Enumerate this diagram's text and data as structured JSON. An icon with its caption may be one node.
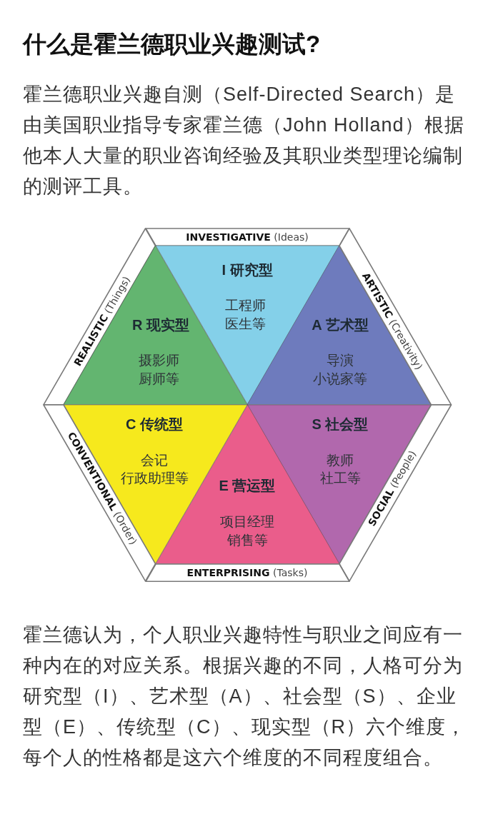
{
  "diagram": {
    "title": "什么是霍兰德职业兴趣测试?",
    "nodes": [
      {
        "text": [
          "**INVESTIGATIVE** (Ideas)"
        ]
      },
      {
        "text": [
          "I 研究型",
          "工程师",
          "医生等"
        ]
      },
      {
        "text": [
          "**REALISTIC** (Things)"
        ]
      },
      {
        "text": [
          "R 现实型",
          "摄影师",
          "厨师等"
        ]
      },
      {
        "text": [
          "A 艺术型",
          "导演",
          "小说家等"
        ]
      },
      {
        "text": [
          "**ARTISTIC** (Creativity)"
        ]
      },
      {
        "text": [
          "C 传统型",
          "会记",
          "行政助理等"
        ]
      },
      {
        "text": [
          "S 社会型",
          "教师",
          "社工等"
        ]
      },
      {
        "text": [
          "**CONVENTIONAL** (Order)"
        ]
      },
      {
        "text": [
          "**SOCIAL** (People)"
        ]
      },
      {
        "text": [
          "E 营运型",
          "项目经理",
          "销售等"
        ]
      },
      {
        "text": [
          "**ENTERPRISING** (Tasks)"
        ]
      }
    ],
    "labels": [
      "霍兰德职业兴趣自测（Self-Directed Search）是由美国职业指导专家霍兰德（John Holland）根据他本人大量的职业咨询经验及其职业类型理论编制的测评工具。",
      "霍兰德认为，个人职业兴趣特性与职业之间应有一种内在的对应关系。根据兴趣的不同，人格可分为研究型（I）、艺术型（A）、社会型（S）、企业型（E）、传统型（C）、现实型（R）六个维度，每个人的性格都是这六个维度的不同程度组合。"
    ]
  }
}
